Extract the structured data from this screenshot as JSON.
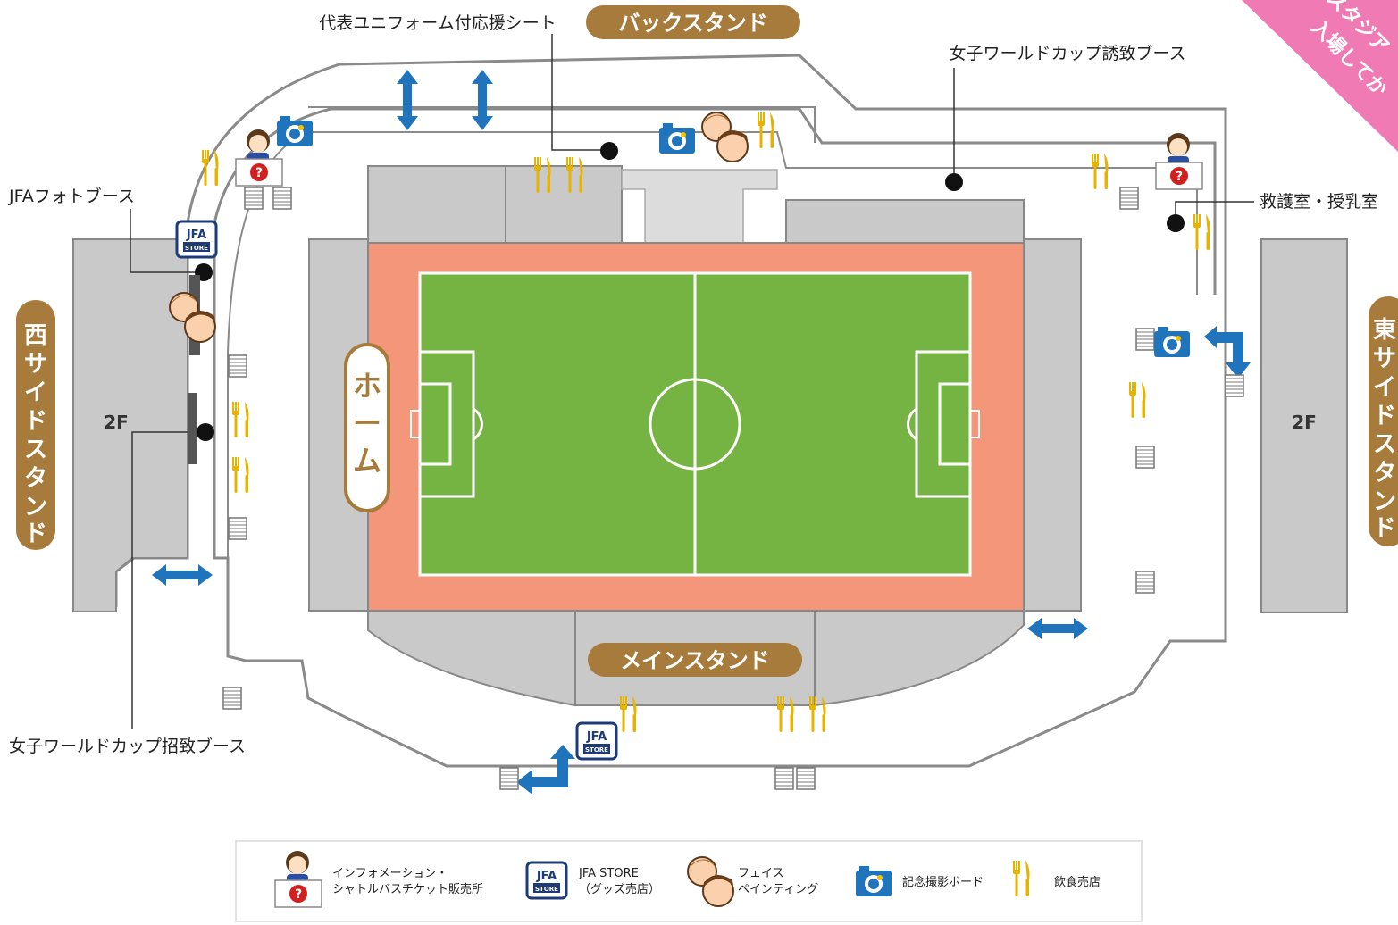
{
  "corner_banner": {
    "line1": "スタジア",
    "line2": "入場してか",
    "color": "#f07ab3"
  },
  "stands": {
    "back": "バックスタンド",
    "main": "メインスタンド",
    "west": "西サイドスタンド",
    "east": "東サイドスタンド",
    "home": "ホーム",
    "west_floor": "2F",
    "east_floor": "2F"
  },
  "callouts": {
    "uniform_seat": "代表ユニフォーム付応援シート",
    "womens_wc_top": "女子ワールドカップ誘致ブース",
    "jfa_photo": "JFAフォトブース",
    "first_aid": "救護室・授乳室",
    "womens_wc_bottom": "女子ワールドカップ招致ブース"
  },
  "store_badge": {
    "line1": "JFA",
    "line2": "STORE"
  },
  "legend": {
    "info_line1": "インフォメーション・",
    "info_line2": "シャトルバスチケット販売所",
    "store_line1": "JFA STORE",
    "store_line2": "（グッズ売店）",
    "face_line1": "フェイス",
    "face_line2": "ペインティング",
    "photo": "記念撮影ボード",
    "food": "飲食売店"
  },
  "colors": {
    "badge_brown": "#a77b3b",
    "track": "#f4967a",
    "pitch": "#75b443",
    "stand_gray": "#c9c9c9",
    "arrow_blue": "#1f74bb",
    "camera_blue": "#1f74bb",
    "fork_gold": "#e6b400",
    "info_red": "#d41f1f",
    "store_navy": "#1d3b78"
  },
  "icons": [
    "info-person-icon",
    "jfa-store-icon",
    "face-painting-icon",
    "camera-icon",
    "fork-knife-icon",
    "double-arrow-icon",
    "stairs-icon"
  ]
}
